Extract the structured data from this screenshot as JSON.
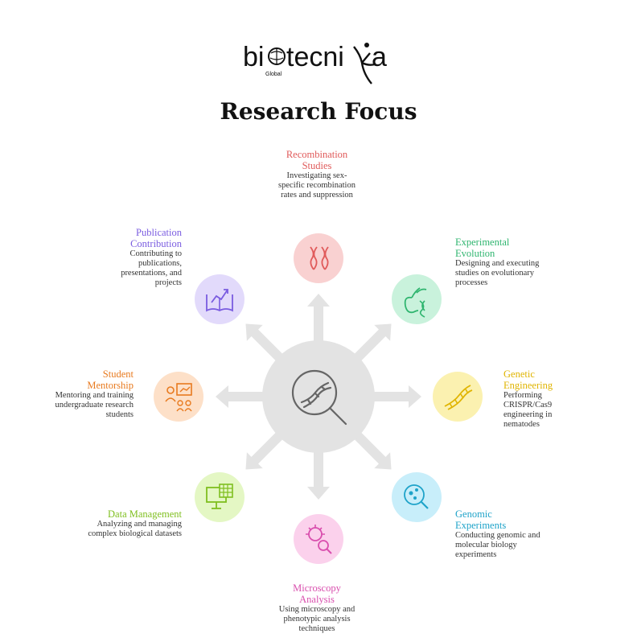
{
  "brand": {
    "name": "biotecnika",
    "sub": "Global"
  },
  "title": "Research Focus",
  "items": [
    {
      "heading": "Recombination Studies",
      "desc": "Investigating sex-specific recombination rates and suppression",
      "color": "#e05a5a",
      "bg": "#f9d1d1",
      "icon": "chromosome-icon"
    },
    {
      "heading": "Experimental Evolution",
      "desc": "Designing and executing studies on evolutionary processes",
      "color": "#2fb56f",
      "bg": "#c9f2dc",
      "icon": "apple-dna-icon"
    },
    {
      "heading": "Genetic Engineering",
      "desc": "Performing CRISPR/Cas9 engineering in nematodes",
      "color": "#e0b400",
      "bg": "#fbf1b0",
      "icon": "dna-icon"
    },
    {
      "heading": "Genomic Experiments",
      "desc": "Conducting genomic and molecular biology experiments",
      "color": "#1fa3c9",
      "bg": "#c8eefa",
      "icon": "petri-dish-icon"
    },
    {
      "heading": "Microscopy Analysis",
      "desc": "Using microscopy and phenotypic analysis techniques",
      "color": "#d94fae",
      "bg": "#fbd1ec",
      "icon": "virus-magnifier-icon"
    },
    {
      "heading": "Data Management",
      "desc": "Analyzing and managing complex biological datasets",
      "color": "#7fbf1f",
      "bg": "#e4f7c4",
      "icon": "monitor-table-icon"
    },
    {
      "heading": "Student Mentorship",
      "desc": "Mentoring and training undergraduate research students",
      "color": "#e87a1f",
      "bg": "#fde0c8",
      "icon": "teacher-board-icon"
    },
    {
      "heading": "Publication Contribution",
      "desc": "Contributing to publications, presentations, and projects",
      "color": "#7a5ce0",
      "bg": "#e2dafb",
      "icon": "book-chart-icon"
    }
  ],
  "center": {
    "icon": "dna-magnifier-icon"
  }
}
